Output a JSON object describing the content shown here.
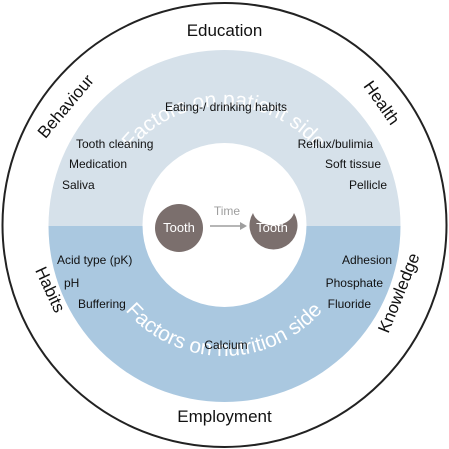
{
  "outer_ring": {
    "top": "Education",
    "bottom": "Employment",
    "upper_left": "Behaviour",
    "upper_right": "Health",
    "lower_left": "Habits",
    "lower_right": "Knowledge"
  },
  "patient_side": {
    "title": "Factors on patient side",
    "top_item": "Eating-/ drinking habits",
    "left_items": [
      "Tooth cleaning",
      "Medication",
      "Saliva"
    ],
    "right_items": [
      "Reflux/bulimia",
      "Soft tissue",
      "Pellicle"
    ]
  },
  "nutrition_side": {
    "title": "Factors on nutrition side",
    "left_items": [
      "Acid type (pK)",
      "pH",
      "Buffering"
    ],
    "right_items": [
      "Adhesion",
      "Phosphate",
      "Fluoride"
    ],
    "bottom_item": "Calcium"
  },
  "center": {
    "tooth_before": "Tooth",
    "time_label": "Time",
    "tooth_after": "Tooth"
  },
  "colors": {
    "outer_ring": "#ffffff",
    "patient_band": "#d6e1ea",
    "nutrition_band": "#aac8e0",
    "title_text": "#ffffff",
    "tooth_fill": "#7b6f6d",
    "arrow": "#9e9e9e",
    "outline": "#222222"
  }
}
